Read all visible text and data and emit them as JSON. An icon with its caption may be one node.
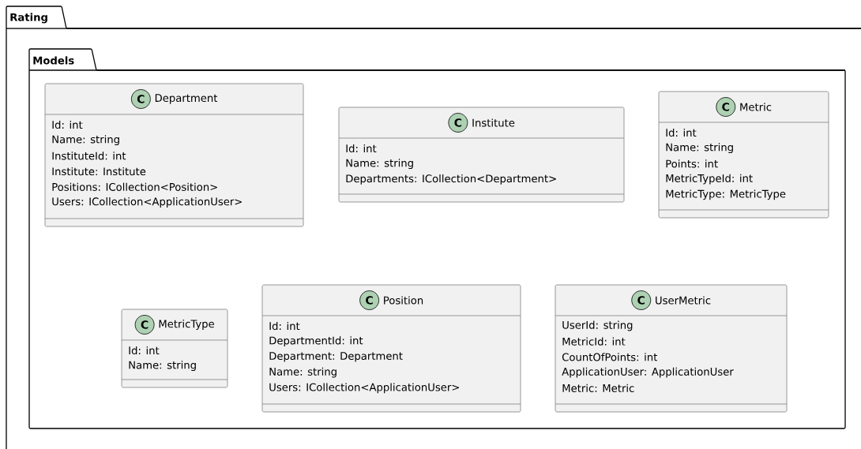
{
  "diagram": {
    "nodes": [
      {
        "text": [
          "Rating"
        ]
      },
      {
        "text": [
          "Models"
        ],
        "in": 0
      },
      {
        "text": [
          "C",
          "Department",
          "Id: int",
          "Name: string",
          "InstituteId: int",
          "Institute: Institute",
          "Positions: ICollection<Position>",
          "Users: ICollection<ApplicationUser>"
        ],
        "in": 1
      },
      {
        "text": [
          "C",
          "Institute",
          "Id: int",
          "Name: string",
          "Departments: ICollection<Department>"
        ],
        "in": 1
      },
      {
        "text": [
          "C",
          "Metric",
          "Id: int",
          "Name: string",
          "Points: int",
          "MetricTypeId: int",
          "MetricType: MetricType"
        ],
        "in": 1
      },
      {
        "text": [
          "C",
          "MetricType",
          "Id: int",
          "Name: string"
        ],
        "in": 1
      },
      {
        "text": [
          "C",
          "Position",
          "Id: int",
          "DepartmentId: int",
          "Department: Department",
          "Name: string",
          "Users: ICollection<ApplicationUser>"
        ],
        "in": 1
      },
      {
        "text": [
          "C",
          "UserMetric",
          "UserId: string",
          "MetricId: int",
          "CountOfPoints: int",
          "ApplicationUser: ApplicationUser",
          "Metric: Metric"
        ],
        "in": 1
      }
    ]
  }
}
